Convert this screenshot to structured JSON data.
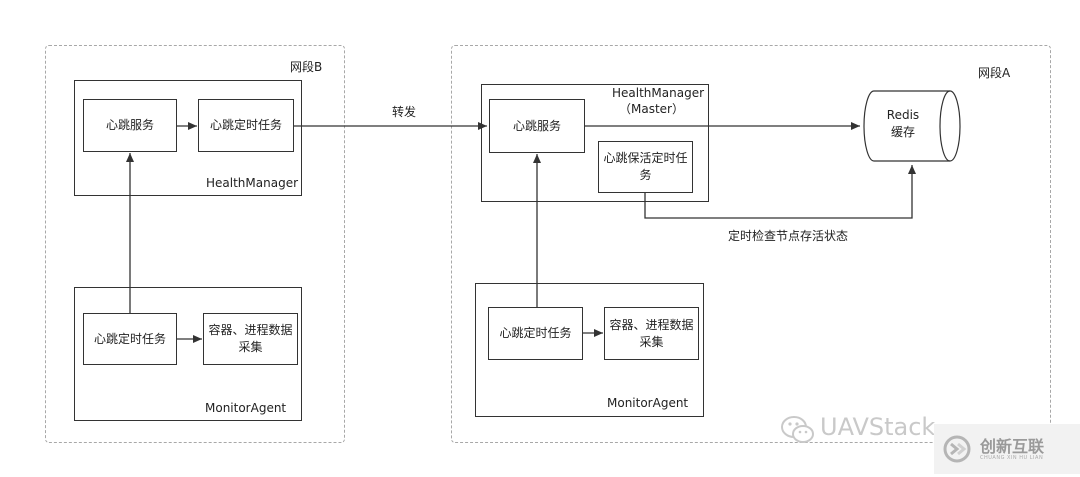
{
  "zones": {
    "b": {
      "label": "网段B"
    },
    "a": {
      "label": "网段A"
    }
  },
  "left": {
    "health_manager": {
      "title": "HealthManager",
      "heartbeat_service": "心跳服务",
      "heartbeat_timer": "心跳定时任务"
    },
    "monitor_agent": {
      "title": "MonitorAgent",
      "heartbeat_timer": "心跳定时任务",
      "collector": "容器、进程数据采集"
    }
  },
  "right": {
    "health_manager": {
      "title": "HealthManager",
      "subtitle": "（Master）",
      "heartbeat_service": "心跳服务",
      "keepalive_timer": "心跳保活定时任务"
    },
    "monitor_agent": {
      "title": "MonitorAgent",
      "heartbeat_timer": "心跳定时任务",
      "collector": "容器、进程数据采集"
    }
  },
  "redis": {
    "line1": "Redis",
    "line2": "缓存"
  },
  "edges": {
    "forward": "转发",
    "check_status": "定时检查节点存活状态"
  },
  "watermark": {
    "text": "UAVStack",
    "brand": "创新互联",
    "brand_sub": "CHUANG XIN HU LIAN"
  },
  "colors": {
    "line": "#333333",
    "dashed_zone": "#a8a8a8",
    "watermark": "#c9c9c9"
  }
}
